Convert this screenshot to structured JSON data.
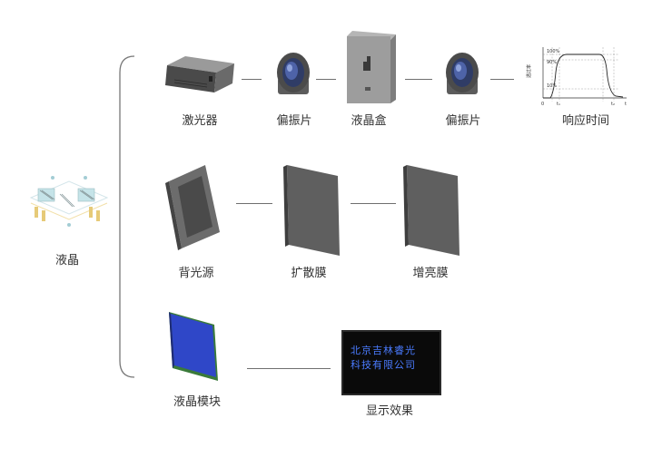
{
  "root": {
    "label": "液晶"
  },
  "row1": {
    "laser": "激光器",
    "polarizer1": "偏振片",
    "lc_cell": "液晶盒",
    "polarizer2": "偏振片",
    "response_time": "响应时间"
  },
  "response_chart": {
    "y_axis_label": "透过率",
    "tick_100": "100%",
    "tick_90": "90%",
    "tick_10": "10%",
    "t0": "0",
    "t1": "t₁",
    "t2": "t₂",
    "t_axis": "t"
  },
  "row2": {
    "backlight": "背光源",
    "diffuser": "扩散膜",
    "brightness": "增亮膜"
  },
  "row3": {
    "module": "液晶模块",
    "display": "显示效果"
  },
  "display_screen": {
    "line1": "北京吉林睿光",
    "line2": "科技有限公司"
  },
  "colors": {
    "connector": "#6f6f6f",
    "screen_text": "#4a7bff",
    "module_blue": "#2f47c8"
  }
}
